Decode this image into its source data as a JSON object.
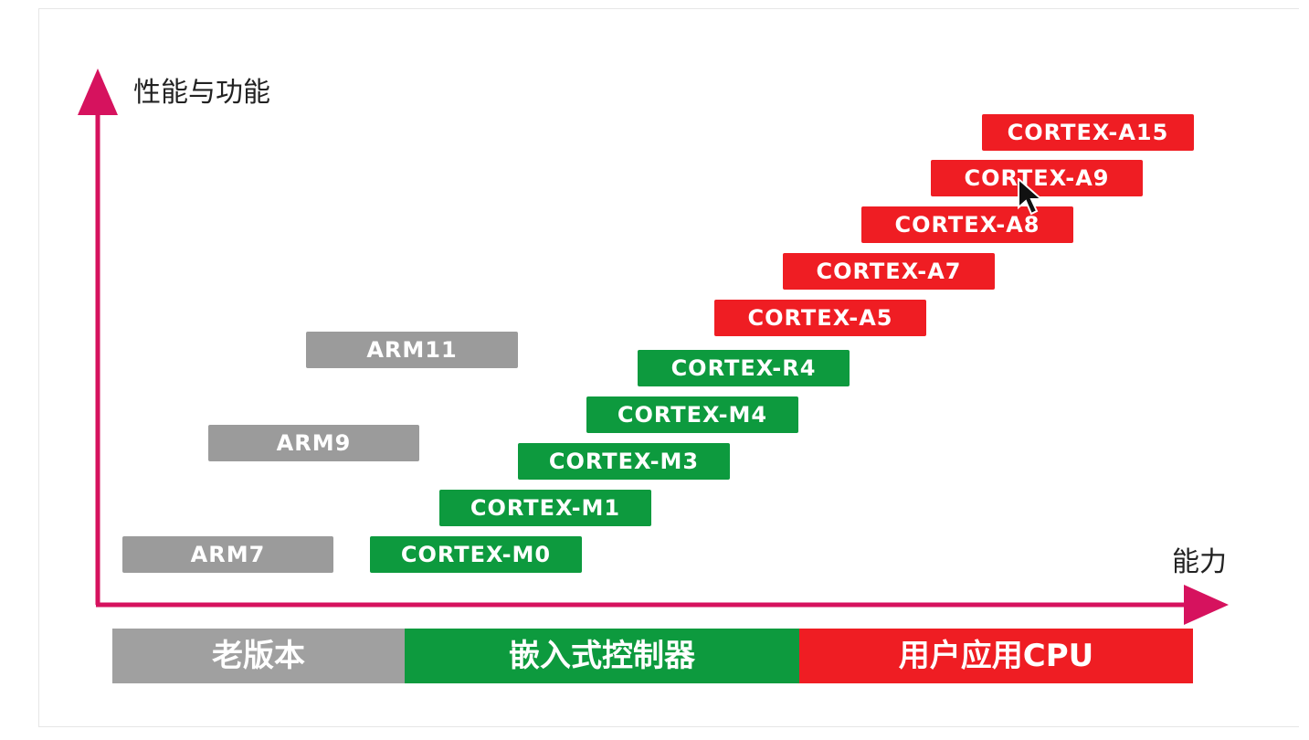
{
  "axes": {
    "y_label": "性能与功能",
    "x_label": "能力",
    "color": "#d6125e"
  },
  "colors": {
    "legacy": "#9b9b9b",
    "embedded": "#0d9a3e",
    "application": "#ef1d23"
  },
  "processors": [
    {
      "label": "ARM7",
      "group": "legacy"
    },
    {
      "label": "ARM9",
      "group": "legacy"
    },
    {
      "label": "ARM11",
      "group": "legacy"
    },
    {
      "label": "CORTEX-M0",
      "group": "embedded"
    },
    {
      "label": "CORTEX-M1",
      "group": "embedded"
    },
    {
      "label": "CORTEX-M3",
      "group": "embedded"
    },
    {
      "label": "CORTEX-M4",
      "group": "embedded"
    },
    {
      "label": "CORTEX-R4",
      "group": "embedded"
    },
    {
      "label": "CORTEX-A5",
      "group": "application"
    },
    {
      "label": "CORTEX-A7",
      "group": "application"
    },
    {
      "label": "CORTEX-A8",
      "group": "application"
    },
    {
      "label": "CORTEX-A9",
      "group": "application"
    },
    {
      "label": "CORTEX-A15",
      "group": "application"
    }
  ],
  "bands": [
    {
      "label": "老版本",
      "group": "legacy"
    },
    {
      "label": "嵌入式控制器",
      "group": "embedded"
    },
    {
      "label": "用户应用CPU",
      "group": "application"
    }
  ]
}
